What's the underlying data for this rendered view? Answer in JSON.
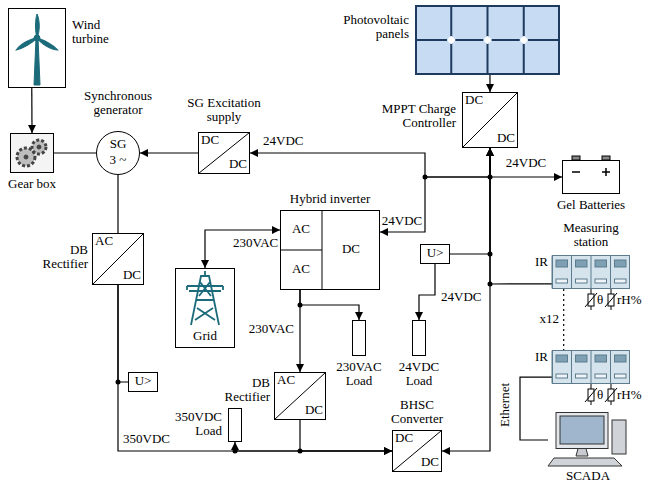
{
  "diagram": {
    "nodes": [
      {
        "text": [
          "Wind turbine"
        ]
      },
      {
        "text": [
          "Gear box"
        ]
      },
      {
        "text": [
          "Synchronous generator",
          "SG",
          "3 ~"
        ]
      },
      {
        "text": [
          "SG Excitation supply",
          "DC",
          "DC"
        ]
      },
      {
        "text": [
          "Photovoltaic panels"
        ]
      },
      {
        "text": [
          "MPPT Charge Controller",
          "DC",
          "DC"
        ]
      },
      {
        "text": [
          "Gel Batteries"
        ]
      },
      {
        "text": [
          "Hybrid inverter",
          "AC",
          "AC",
          "DC"
        ]
      },
      {
        "text": [
          "Grid"
        ]
      },
      {
        "text": [
          "DB Rectifier",
          "AC",
          "DC"
        ]
      },
      {
        "text": [
          "Measuring station",
          "IR"
        ]
      },
      {
        "text": [
          "U>"
        ]
      },
      {
        "text": [
          "230VAC Load"
        ]
      },
      {
        "text": [
          "24VDC Load"
        ]
      },
      {
        "text": [
          "IR"
        ]
      },
      {
        "text": [
          "U>"
        ]
      },
      {
        "text": [
          "DB Rectifier",
          "AC",
          "DC"
        ]
      },
      {
        "text": [
          "350VDC Load"
        ]
      },
      {
        "text": [
          "BHSC Converter",
          "DC",
          "DC"
        ]
      },
      {
        "text": [
          "SCADA"
        ]
      }
    ],
    "edges": [
      {
        "from": 0,
        "to": 1,
        "arrow": "to"
      },
      {
        "from": 1,
        "to": 2,
        "arrow": "none"
      },
      {
        "from": 3,
        "to": 2,
        "arrow": "to"
      },
      {
        "from": 4,
        "to": 5,
        "arrow": "to"
      },
      {
        "from": 5,
        "to": 3,
        "arrow": "to",
        "label": "24VDC"
      },
      {
        "from": 5,
        "to": 6,
        "arrow": "both",
        "label": "24VDC"
      },
      {
        "from": 7,
        "to": 5,
        "arrow": "both",
        "label": "24VDC"
      },
      {
        "from": 8,
        "to": 7,
        "arrow": "both",
        "label": "230VAC"
      },
      {
        "from": 7,
        "to": 16,
        "arrow": "to",
        "label": "230VAC"
      },
      {
        "from": 7,
        "to": 12,
        "arrow": "to"
      },
      {
        "from": 5,
        "to": 11,
        "arrow": "none"
      },
      {
        "from": 11,
        "to": 13,
        "arrow": "to",
        "label": "24VDC"
      },
      {
        "from": 5,
        "to": 10,
        "arrow": "none"
      },
      {
        "from": 10,
        "to": 14,
        "arrow": "none",
        "label": "x12"
      },
      {
        "from": 14,
        "to": 19,
        "arrow": "none",
        "label": "Ethernet"
      },
      {
        "from": 5,
        "to": 18,
        "arrow": "both"
      },
      {
        "from": 2,
        "to": 9,
        "arrow": "none"
      },
      {
        "from": 9,
        "to": 18,
        "arrow": "to",
        "label": "350VDC"
      },
      {
        "from": 9,
        "to": 15,
        "arrow": "none"
      },
      {
        "from": 18,
        "to": 17,
        "arrow": "to"
      },
      {
        "from": 16,
        "to": 18,
        "arrow": "to"
      }
    ],
    "labels": [
      "θ",
      "rH%",
      "θ",
      "rH%"
    ]
  }
}
